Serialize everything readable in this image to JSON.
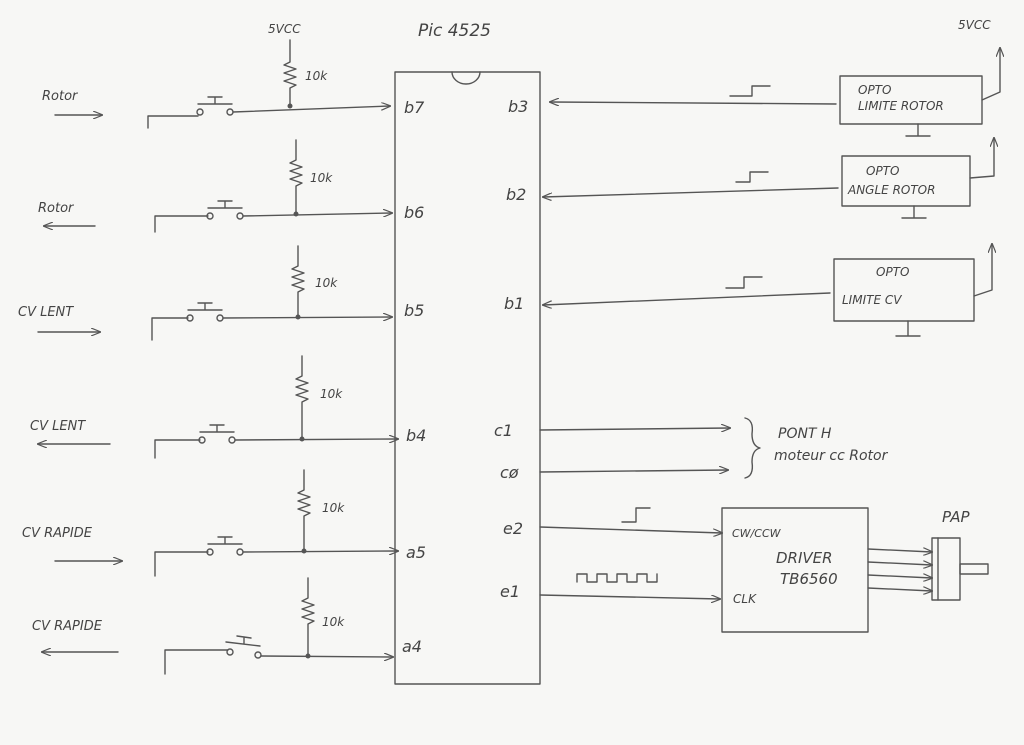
{
  "mcu": {
    "label": "Pic 4525",
    "left_pins": [
      "b7",
      "b6",
      "b5",
      "b4",
      "a5",
      "a4"
    ],
    "right_pins": [
      "b3",
      "b2",
      "b1",
      "c1",
      "cø",
      "e2",
      "e1"
    ]
  },
  "inputs": [
    {
      "label": "Rotor",
      "arrow": "right",
      "supply": "5VCC",
      "resistor": "10k"
    },
    {
      "label": "Rotor",
      "arrow": "left",
      "resistor": "10k"
    },
    {
      "label": "CV LENT",
      "arrow": "right",
      "resistor": "10k"
    },
    {
      "label": "CV LENT",
      "arrow": "left",
      "resistor": "10k"
    },
    {
      "label": "CV RAPIDE",
      "arrow": "right",
      "resistor": "10k"
    },
    {
      "label": "CV RAPIDE",
      "arrow": "left",
      "resistor": "10k"
    }
  ],
  "sensors": [
    {
      "line1": "OPTO",
      "line2": "LIMITE ROTOR",
      "supply": "5VCC"
    },
    {
      "line1": "OPTO",
      "line2": "ANGLE ROTOR"
    },
    {
      "line1": "OPTO",
      "line2": "LIMITE CV"
    }
  ],
  "bridge": {
    "line1": "PONT H",
    "line2": "moteur cc Rotor"
  },
  "driver": {
    "line1": "DRIVER",
    "line2": "TB6560",
    "pin_dir": "CW/CCW",
    "pin_clk": "CLK"
  },
  "motor": {
    "label": "PAP"
  }
}
